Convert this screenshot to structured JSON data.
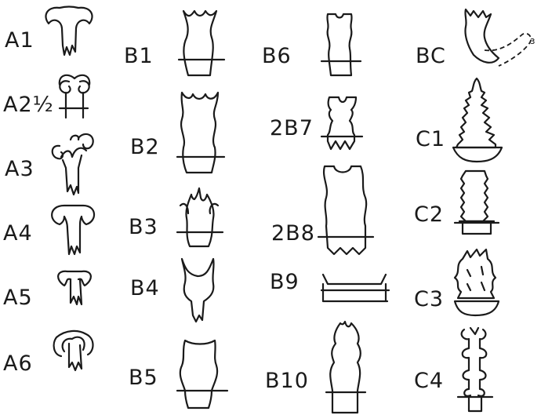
{
  "background": "#ffffff",
  "ink": "#1a1a1a",
  "columns": [
    {
      "items": [
        {
          "id": "a1",
          "label": "A1"
        },
        {
          "id": "a2",
          "label": "A2½"
        },
        {
          "id": "a3",
          "label": "A3"
        },
        {
          "id": "a4",
          "label": "A4"
        },
        {
          "id": "a5",
          "label": "A5"
        },
        {
          "id": "a6",
          "label": "A6"
        }
      ]
    },
    {
      "items": [
        {
          "id": "b1",
          "label": "B1"
        },
        {
          "id": "b2",
          "label": "B2"
        },
        {
          "id": "b3",
          "label": "B3"
        },
        {
          "id": "b4",
          "label": "B4"
        },
        {
          "id": "b5",
          "label": "B5"
        }
      ]
    },
    {
      "items": [
        {
          "id": "b6",
          "label": "B6"
        },
        {
          "id": "b7",
          "label": "2B7"
        },
        {
          "id": "b8",
          "label": "2B8"
        },
        {
          "id": "b9",
          "label": "B9"
        },
        {
          "id": "b10",
          "label": "B10"
        }
      ]
    },
    {
      "items": [
        {
          "id": "bc",
          "label": "BC"
        },
        {
          "id": "c1",
          "label": "C1"
        },
        {
          "id": "c2",
          "label": "C2"
        },
        {
          "id": "c3",
          "label": "C3"
        },
        {
          "id": "c4",
          "label": "C4"
        }
      ]
    }
  ]
}
